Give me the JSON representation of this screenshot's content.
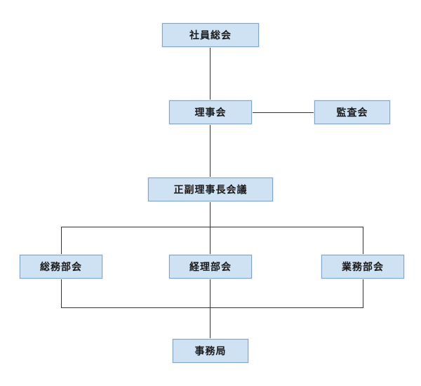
{
  "org_chart": {
    "general_assembly": "社員総会",
    "board_of_directors": "理事会",
    "auditors": "監査会",
    "executive_council": "正副理事長会議",
    "general_affairs_committee": "総務部会",
    "accounting_committee": "経理部会",
    "operations_committee": "業務部会",
    "secretariat": "事務局"
  },
  "colors": {
    "node_fill": "#cfe2f3",
    "node_border": "#7fa6c9",
    "connector": "#333333",
    "text": "#1a1a1a"
  }
}
